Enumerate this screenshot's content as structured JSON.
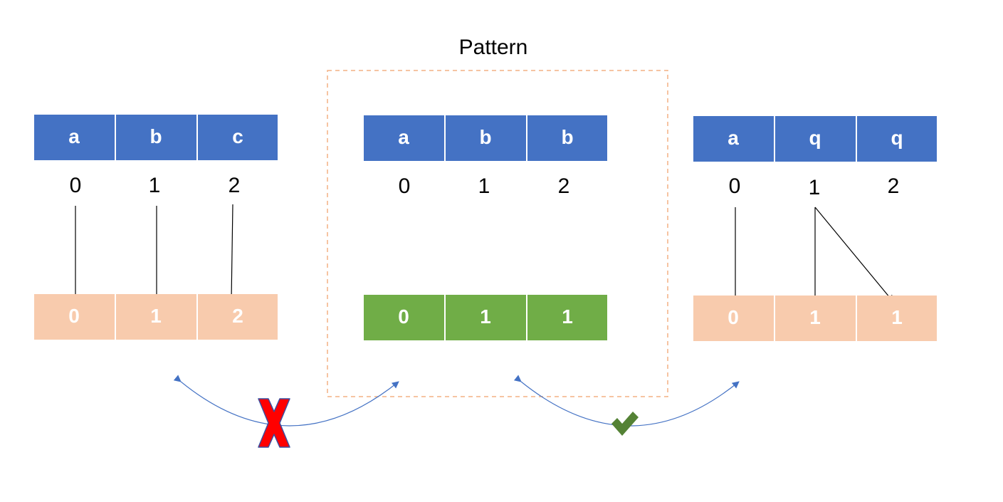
{
  "title": "Pattern",
  "colors": {
    "header": "#4472C4",
    "rejected_row": "#F8CBAD",
    "pattern_row": "#70AD47",
    "frame": "#F4B183",
    "arc": "#4472C4",
    "cross": "#FF0000",
    "check": "#548235"
  },
  "left": {
    "letters": [
      "a",
      "b",
      "c"
    ],
    "indices": [
      "0",
      "1",
      "2"
    ],
    "values": [
      "0",
      "1",
      "2"
    ]
  },
  "pattern": {
    "letters": [
      "a",
      "b",
      "b"
    ],
    "indices": [
      "0",
      "1",
      "2"
    ],
    "values": [
      "0",
      "1",
      "1"
    ]
  },
  "right": {
    "letters": [
      "a",
      "q",
      "q"
    ],
    "indices": [
      "0",
      "1",
      "2"
    ],
    "values": [
      "0",
      "1",
      "1"
    ]
  },
  "comparisons": {
    "left_vs_pattern": "no-match",
    "pattern_vs_right": "match"
  },
  "icons": {
    "no_match": "cross-icon",
    "match": "check-icon"
  }
}
